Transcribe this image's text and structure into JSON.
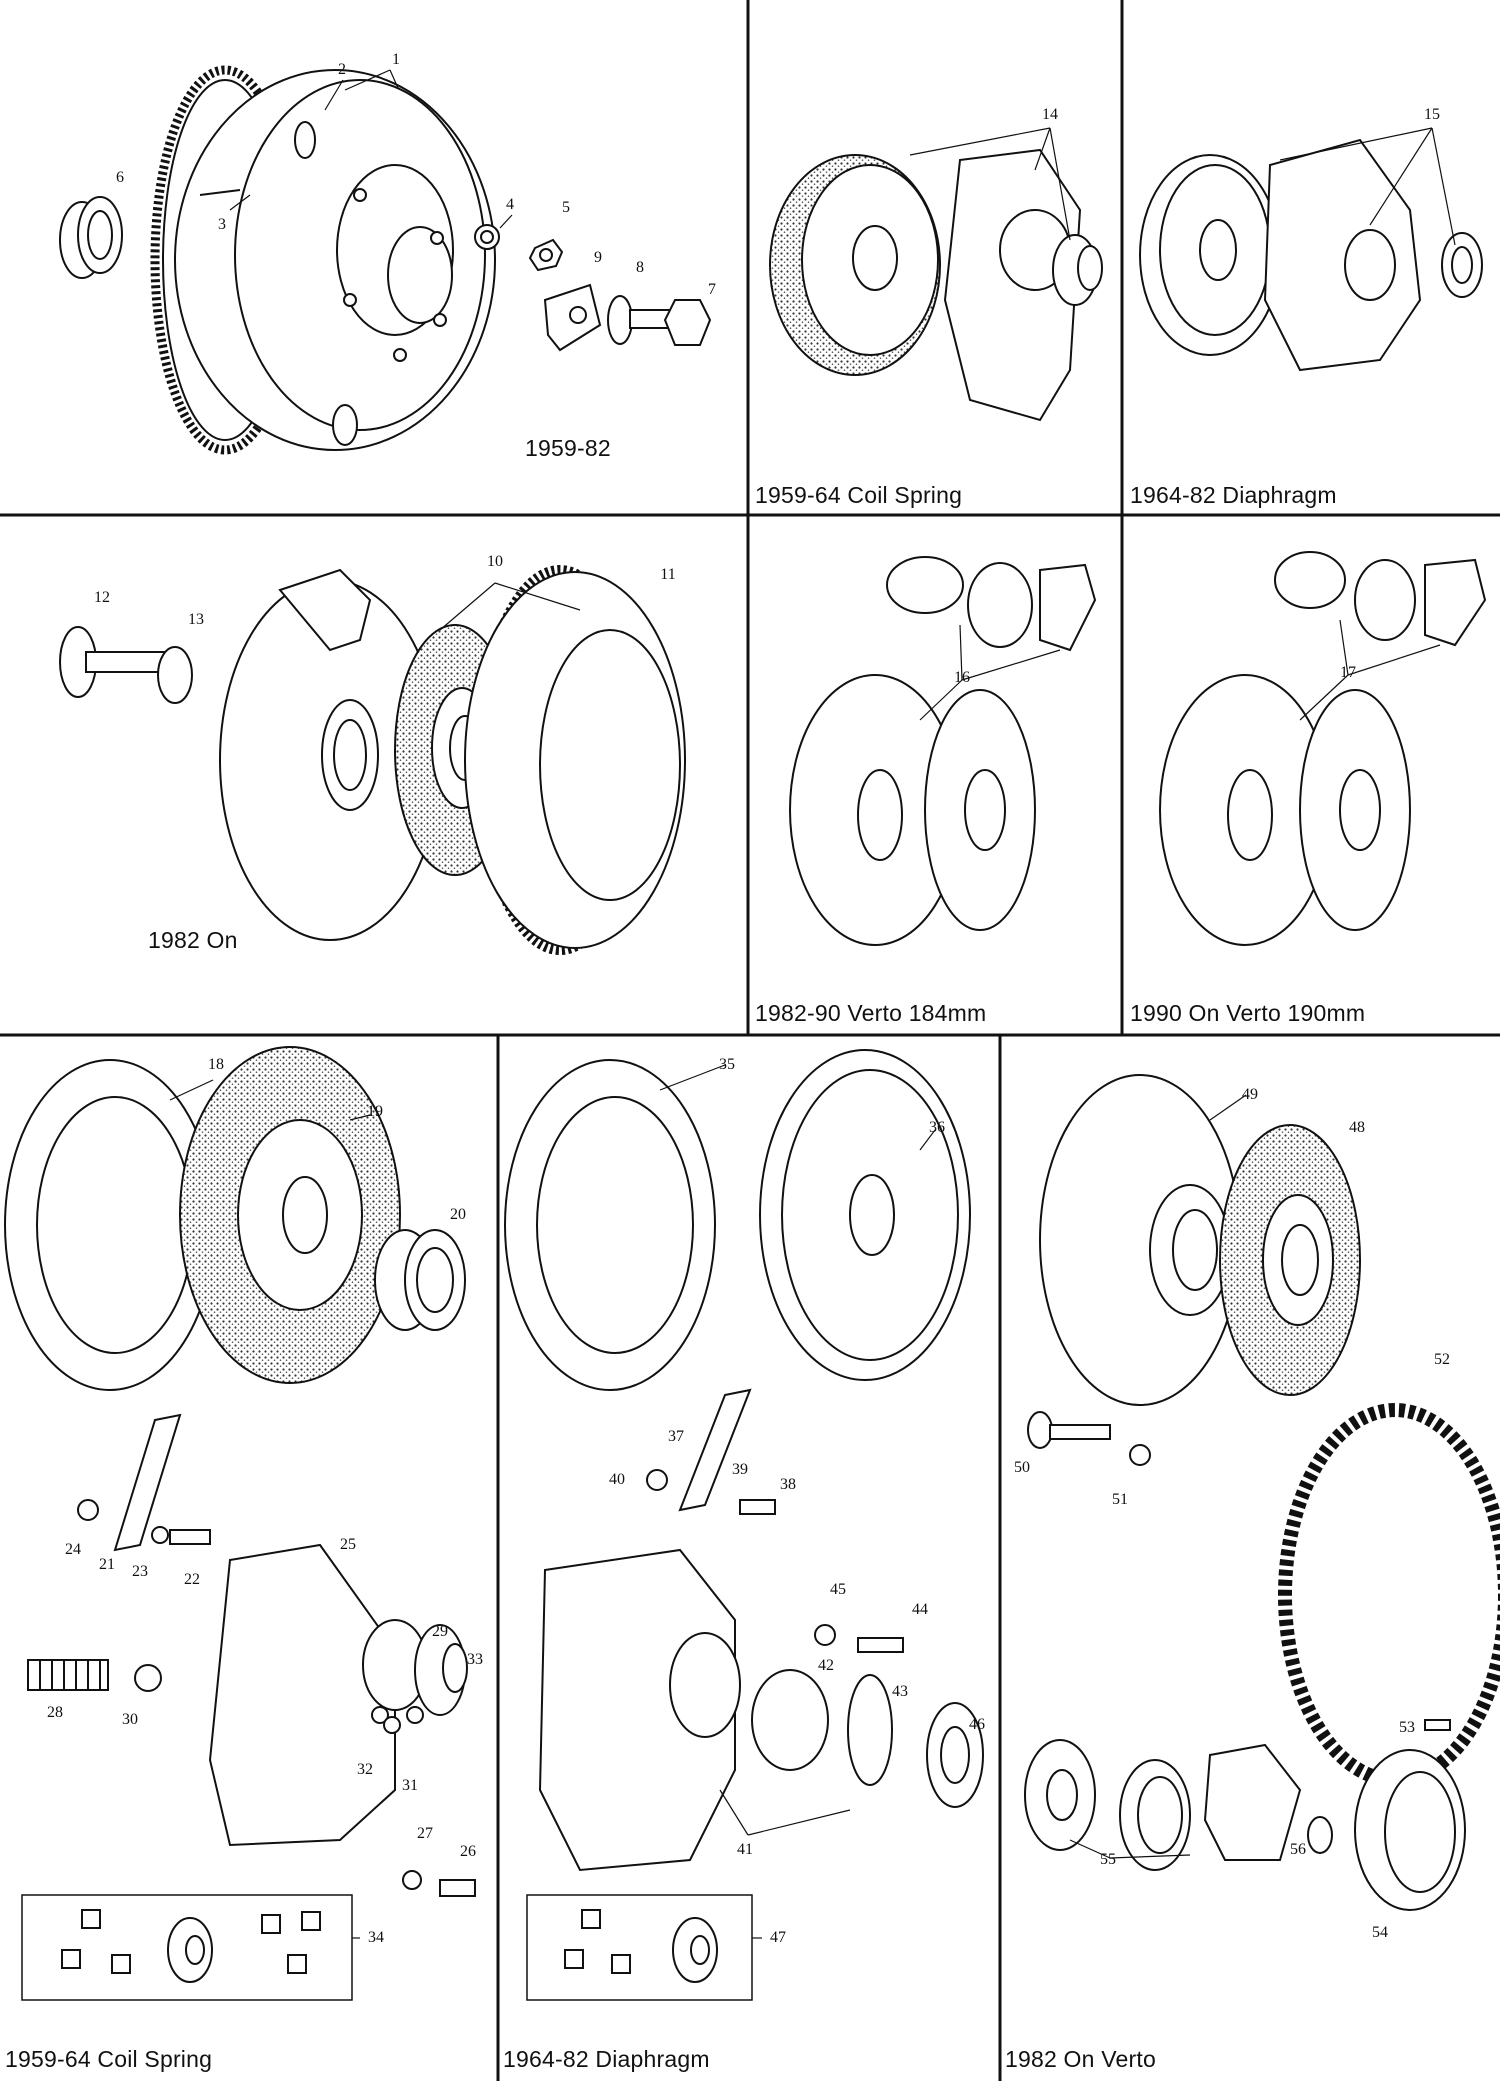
{
  "captions": {
    "p1": "1959-82",
    "p2": "1959-64 Coil Spring",
    "p3": "1964-82 Diaphragm",
    "p4": "1982 On",
    "p5": "1982-90 Verto 184mm",
    "p6": "1990 On Verto 190mm",
    "p7": "1959-64 Coil Spring",
    "p8": "1964-82 Diaphragm",
    "p9": "1982 On Verto"
  },
  "callouts": {
    "n1": "1",
    "n2": "2",
    "n3": "3",
    "n4": "4",
    "n5": "5",
    "n6": "6",
    "n7": "7",
    "n8": "8",
    "n9": "9",
    "n10": "10",
    "n11": "11",
    "n12": "12",
    "n13": "13",
    "n14": "14",
    "n15": "15",
    "n16": "16",
    "n17": "17",
    "n18": "18",
    "n19": "19",
    "n20": "20",
    "n21": "21",
    "n22": "22",
    "n23": "23",
    "n24": "24",
    "n25": "25",
    "n26": "26",
    "n27": "27",
    "n28": "28",
    "n29": "29",
    "n30": "30",
    "n31": "31",
    "n32": "32",
    "n33": "33",
    "n34": "34",
    "n35": "35",
    "n36": "36",
    "n37": "37",
    "n38": "38",
    "n39": "39",
    "n40": "40",
    "n41": "41",
    "n42": "42",
    "n43": "43",
    "n44": "44",
    "n45": "45",
    "n46": "46",
    "n47": "47",
    "n48": "48",
    "n49": "49",
    "n50": "50",
    "n51": "51",
    "n52": "52",
    "n53": "53",
    "n54": "54",
    "n55": "55",
    "n56": "56"
  },
  "colors": {
    "line": "#111111",
    "background": "#ffffff"
  }
}
